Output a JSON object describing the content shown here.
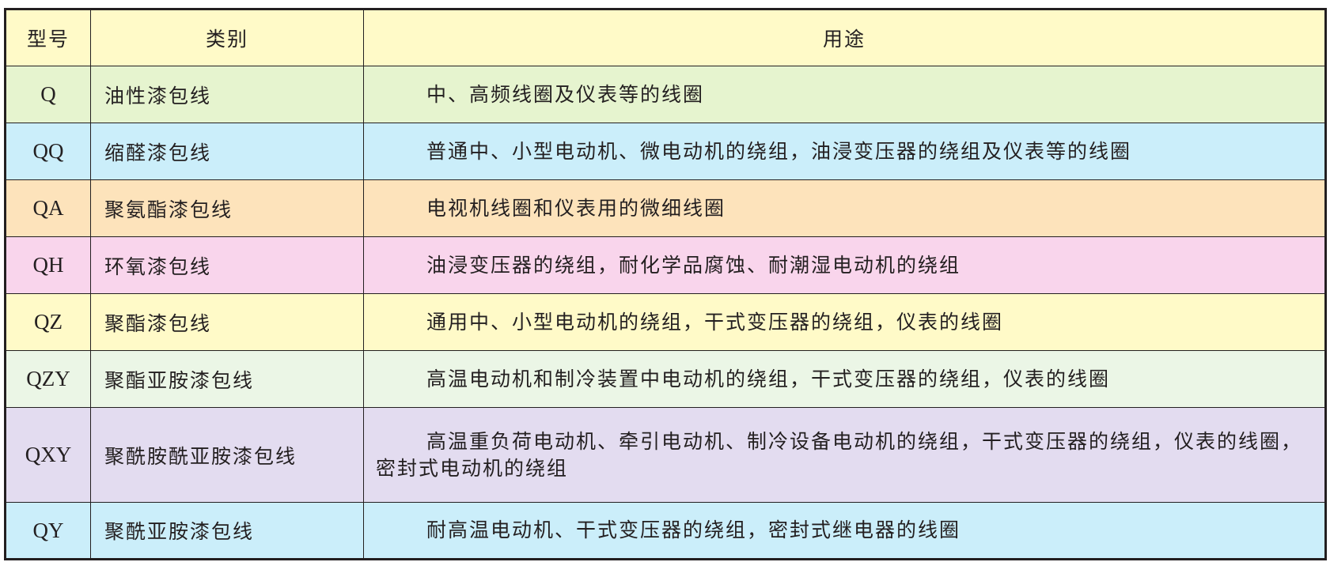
{
  "table": {
    "headers": {
      "code": "型号",
      "category": "类别",
      "usage": "用途"
    },
    "header_color": "#fffac8",
    "rows": [
      {
        "code": "Q",
        "category": "油性漆包线",
        "usage": "中、高频线圈及仪表等的线圈",
        "color": "#e6f4cf"
      },
      {
        "code": "QQ",
        "category": "缩醛漆包线",
        "usage": "普通中、小型电动机、微电动机的绕组，油浸变压器的绕组及仪表等的线圈",
        "color": "#cbeefa"
      },
      {
        "code": "QA",
        "category": "聚氨酯漆包线",
        "usage": "电视机线圈和仪表用的微细线圈",
        "color": "#fde3bb"
      },
      {
        "code": "QH",
        "category": "环氧漆包线",
        "usage": "油浸变压器的绕组，耐化学品腐蚀、耐潮湿电动机的绕组",
        "color": "#f9d5ec"
      },
      {
        "code": "QZ",
        "category": "聚酯漆包线",
        "usage": "通用中、小型电动机的绕组，干式变压器的绕组，仪表的线圈",
        "color": "#fffac8"
      },
      {
        "code": "QZY",
        "category": "聚酯亚胺漆包线",
        "usage": "高温电动机和制冷装置中电动机的绕组，干式变压器的绕组，仪表的线圈",
        "color": "#ebf6e6"
      },
      {
        "code": "QXY",
        "category": "聚酰胺酰亚胺漆包线",
        "usage": "高温重负荷电动机、牵引电动机、制冷设备电动机的绕组，干式变压器的绕组，仪表的线圈，密封式电动机的绕组",
        "color": "#e3dcf0"
      },
      {
        "code": "QY",
        "category": "聚酰亚胺漆包线",
        "usage": "耐高温电动机、干式变压器的绕组，密封式继电器的线圈",
        "color": "#cbeefa"
      }
    ]
  }
}
